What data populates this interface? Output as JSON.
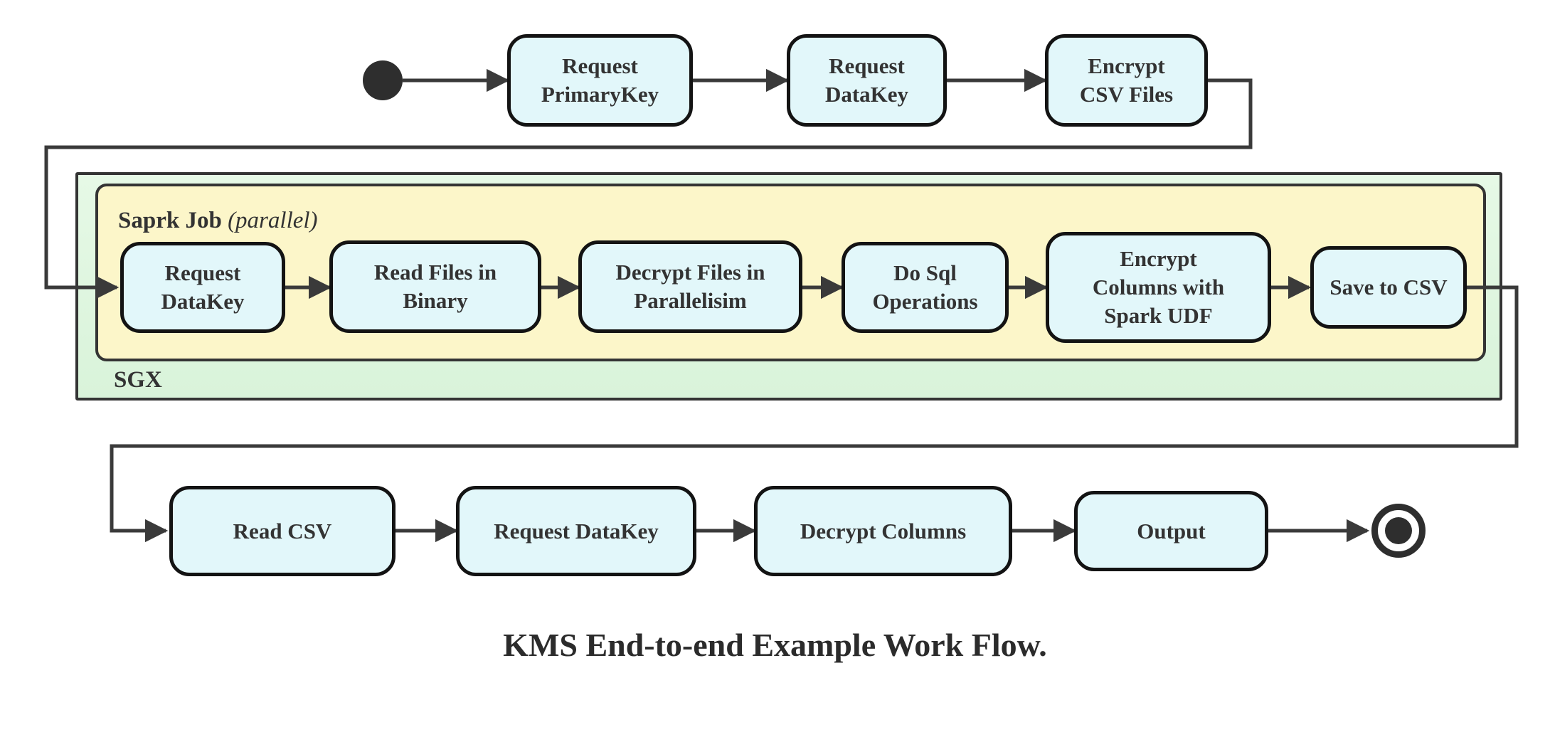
{
  "diagram": {
    "kind": "uml-activity-flowchart",
    "caption": "KMS End-to-end Example Work Flow.",
    "colors": {
      "node_fill": "#e2f7fa",
      "node_border": "#131313",
      "sgx_fill": "#ddf5dd",
      "spark_fill": "#fcf6c9",
      "container_border": "#343434",
      "edge": "#3a3a3a",
      "text": "#333333",
      "background": "#ffffff"
    },
    "containers": {
      "sgx": {
        "label": "SGX"
      },
      "spark_job": {
        "label": "Saprk Job",
        "qualifier": "(parallel)"
      }
    },
    "nodes": {
      "start": {
        "type": "initial"
      },
      "t1": {
        "label": "Request\nPrimaryKey"
      },
      "t2": {
        "label": "Request\nDataKey"
      },
      "t3": {
        "label": "Encrypt\nCSV Files"
      },
      "m1": {
        "label": "Request\nDataKey"
      },
      "m2": {
        "label": "Read Files in\nBinary"
      },
      "m3": {
        "label": "Decrypt Files in\nParallelisim"
      },
      "m4": {
        "label": "Do Sql\nOperations"
      },
      "m5": {
        "label": "Encrypt\nColumns with\nSpark UDF"
      },
      "m6": {
        "label": "Save to CSV"
      },
      "b1": {
        "label": "Read CSV"
      },
      "b2": {
        "label": "Request DataKey"
      },
      "b3": {
        "label": "Decrypt Columns"
      },
      "b4": {
        "label": "Output"
      },
      "end": {
        "type": "final"
      }
    },
    "edges": [
      {
        "from": "start",
        "to": "Request PrimaryKey"
      },
      {
        "from": "Request PrimaryKey",
        "to": "Request DataKey"
      },
      {
        "from": "Request DataKey",
        "to": "Encrypt CSV Files"
      },
      {
        "from": "Encrypt CSV Files",
        "to": "Request DataKey (SGX)"
      },
      {
        "from": "Request DataKey (SGX)",
        "to": "Read Files in Binary"
      },
      {
        "from": "Read Files in Binary",
        "to": "Decrypt Files in Parallelisim"
      },
      {
        "from": "Decrypt Files in Parallelisim",
        "to": "Do Sql Operations"
      },
      {
        "from": "Do Sql Operations",
        "to": "Encrypt Columns with Spark UDF"
      },
      {
        "from": "Encrypt Columns with Spark UDF",
        "to": "Save to CSV"
      },
      {
        "from": "Save to CSV",
        "to": "Read CSV"
      },
      {
        "from": "Read CSV",
        "to": "Request DataKey (client)"
      },
      {
        "from": "Request DataKey (client)",
        "to": "Decrypt Columns"
      },
      {
        "from": "Decrypt Columns",
        "to": "Output"
      },
      {
        "from": "Output",
        "to": "end"
      }
    ]
  }
}
